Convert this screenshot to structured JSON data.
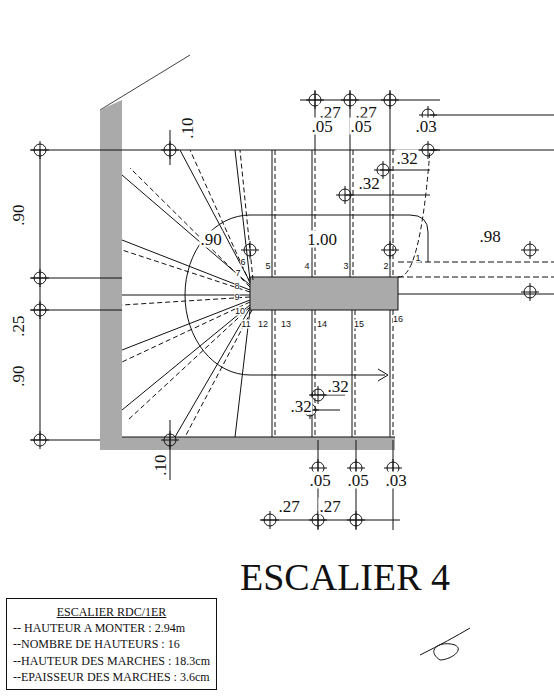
{
  "diagram": {
    "title": "ESCALIER 4",
    "nodes": [
      {
        "text": [
          "ESCALIER RDC/1ER",
          "-- HAUTEUR A MONTER : 2.94m",
          "--NOMBRE DE HAUTEURS : 16",
          "--HAUTEUR DES MARCHES : 18.3cm",
          "--EPAISSEUR DES MARCHES : 3.6cm"
        ]
      }
    ],
    "labels": [
      ".27",
      ".27",
      ".05",
      ".05",
      ".03",
      ".10",
      ".32",
      ".32",
      ".90",
      ".25",
      ".90",
      ".90",
      "1.00",
      ".98",
      "1",
      "2",
      "3",
      "4",
      "5",
      "6",
      "7",
      "8",
      "9",
      "10",
      "11",
      "12",
      "13",
      "14",
      "15",
      "16",
      ".32",
      ".32",
      ".10",
      ".05",
      ".05",
      ".03",
      ".27",
      ".27"
    ]
  }
}
